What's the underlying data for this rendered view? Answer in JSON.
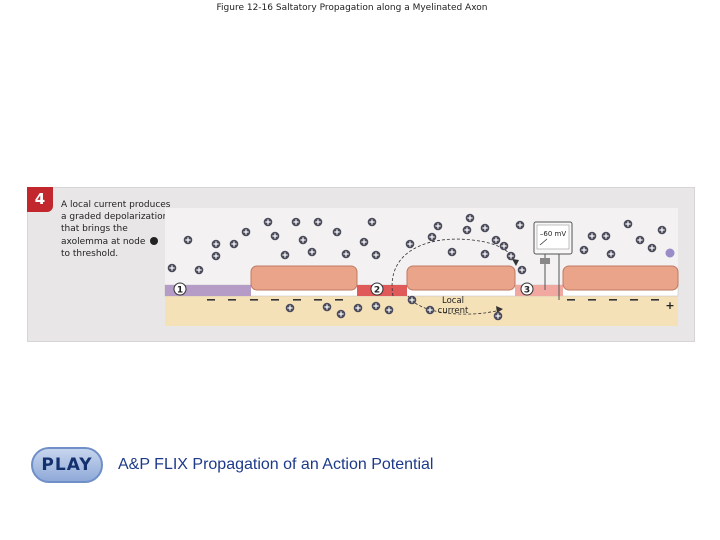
{
  "figure": {
    "title": "Figure 12-16  Saltatory Propagation along a Myelinated Axon"
  },
  "step": {
    "number": "4",
    "caption_parts": [
      "A local current produces a graded depolarization that brings the axolemma at node",
      "to threshold."
    ]
  },
  "diagram": {
    "node_labels": [
      "1",
      "2",
      "3"
    ],
    "voltmeter_reading": "–60 mV",
    "local_current_label": [
      "Local",
      "current"
    ],
    "ions_outside": "+",
    "ions_inside": "-",
    "plus_terminal": "+"
  },
  "media": {
    "play_label": "PLAY",
    "flix_title": "A&P FLIX Propagation of an Action Potential"
  },
  "colors": {
    "step_badge": "#c1272d",
    "myelin": "#e9a48a",
    "node_purple": "#b59cc7",
    "node_red": "#e05a5a",
    "node_pink": "#f1a8a0",
    "axoplasm": "#f5e1b8",
    "extracellular": "#f3f1f1"
  }
}
